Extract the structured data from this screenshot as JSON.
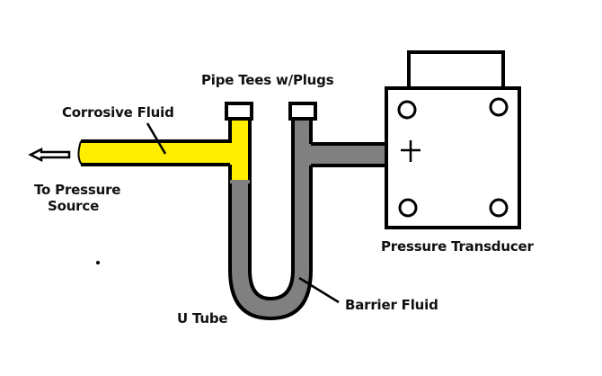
{
  "labels": {
    "pipe_tees": "Pipe Tees w/Plugs",
    "corrosive_fluid": "Corrosive Fluid",
    "to_pressure": "To Pressure",
    "source": "Source",
    "pressure_transducer": "Pressure Transducer",
    "barrier_fluid": "Barrier Fluid",
    "u_tube": "U Tube"
  },
  "colors": {
    "corrosive_fluid": "#ffee00",
    "barrier_fluid": "#808080",
    "outline": "#000000"
  }
}
